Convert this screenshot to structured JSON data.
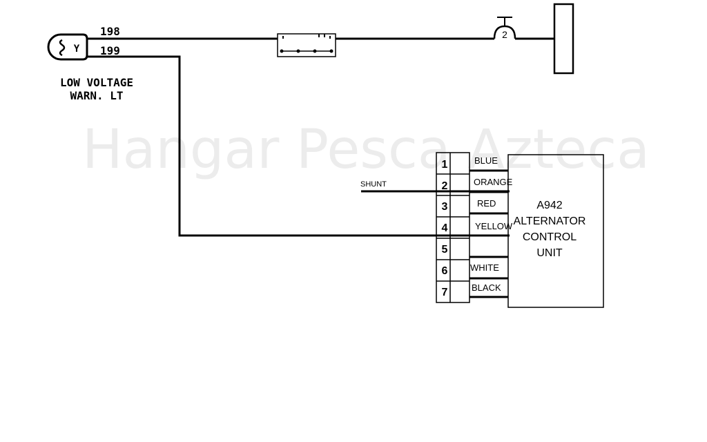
{
  "watermark": "Hangar Pesca Azteca",
  "lamp": {
    "letter": "Y",
    "label_line1": "LOW VOLTAGE",
    "label_line2": "WARN. LT"
  },
  "wires": {
    "w198": "198",
    "w199": "199"
  },
  "fuse_number": "2",
  "shunt_label": "SHUNT",
  "connector": {
    "pins": [
      {
        "number": "1",
        "color": "BLUE"
      },
      {
        "number": "2",
        "color": "ORANGE"
      },
      {
        "number": "3",
        "color": "RED"
      },
      {
        "number": "4",
        "color": "YELLOW"
      },
      {
        "number": "5",
        "color": ""
      },
      {
        "number": "6",
        "color": "WHITE"
      },
      {
        "number": "7",
        "color": "BLACK"
      }
    ]
  },
  "unit": {
    "line1": "A942",
    "line2": "ALTERNATOR",
    "line3": "CONTROL",
    "line4": "UNIT"
  },
  "colors": {
    "line": "#000000",
    "watermark": "#ececec"
  }
}
